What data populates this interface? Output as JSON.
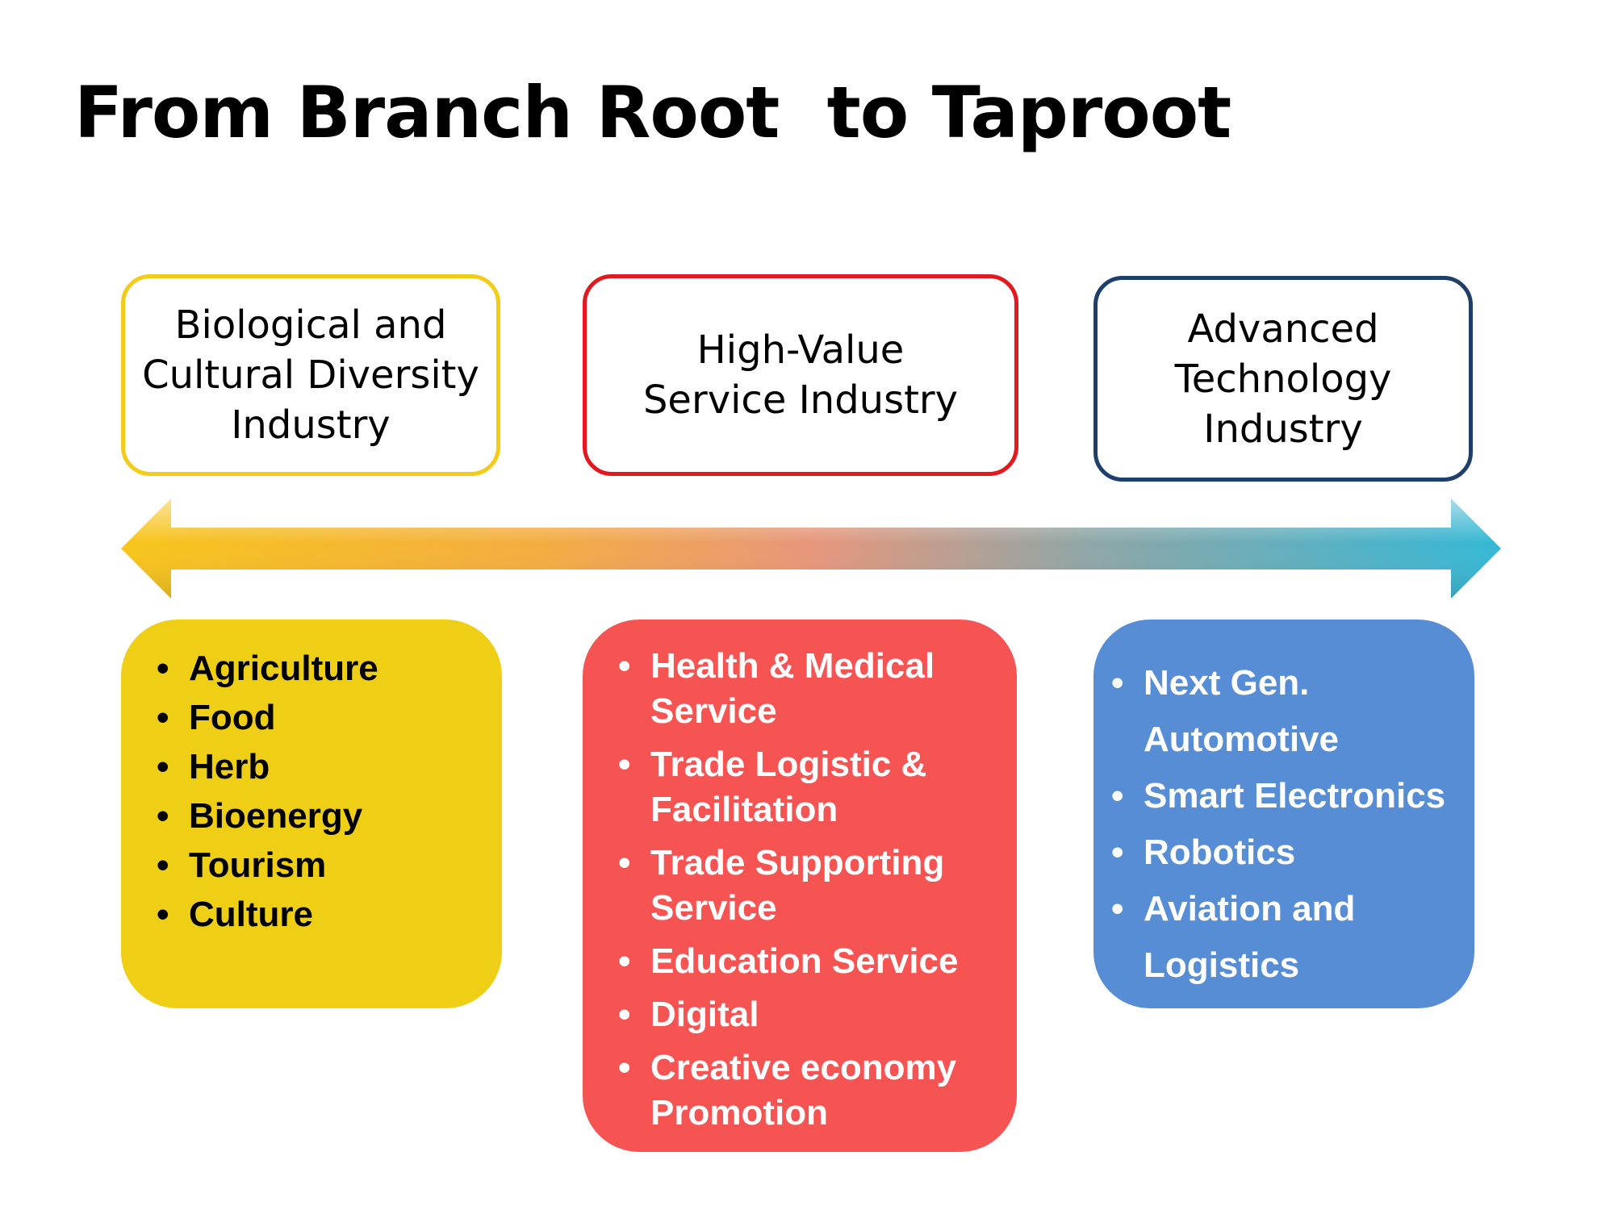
{
  "title": "From Branch Root  to Taproot",
  "categories": [
    {
      "heading": "Biological and\nCultural Diversity\nIndustry",
      "color": "#eecf16",
      "items": [
        "Agriculture",
        "Food",
        "Herb",
        "Bioenergy",
        "Tourism",
        "Culture"
      ]
    },
    {
      "heading": "High-Value\nService Industry",
      "color": "#f55453",
      "items": [
        "Health & Medical Service",
        "Trade Logistic & Facilitation",
        "Trade Supporting Service",
        "Education Service",
        "Digital",
        "Creative economy Promotion"
      ]
    },
    {
      "heading": "Advanced\nTechnology\nIndustry",
      "color": "#578dd4",
      "items": [
        "Next Gen. Automotive",
        "Smart Electronics",
        "Robotics",
        "Aviation and Logistics"
      ]
    }
  ],
  "colors": {
    "yellow": "#f2cc19",
    "red": "#e21a1f",
    "navy": "#1f3f6b",
    "arrow_left": "#f6c21c",
    "arrow_right": "#3ab7d4"
  },
  "icons": {
    "bullet": "•",
    "arrow": "double-headed-gradient-arrow-icon"
  }
}
